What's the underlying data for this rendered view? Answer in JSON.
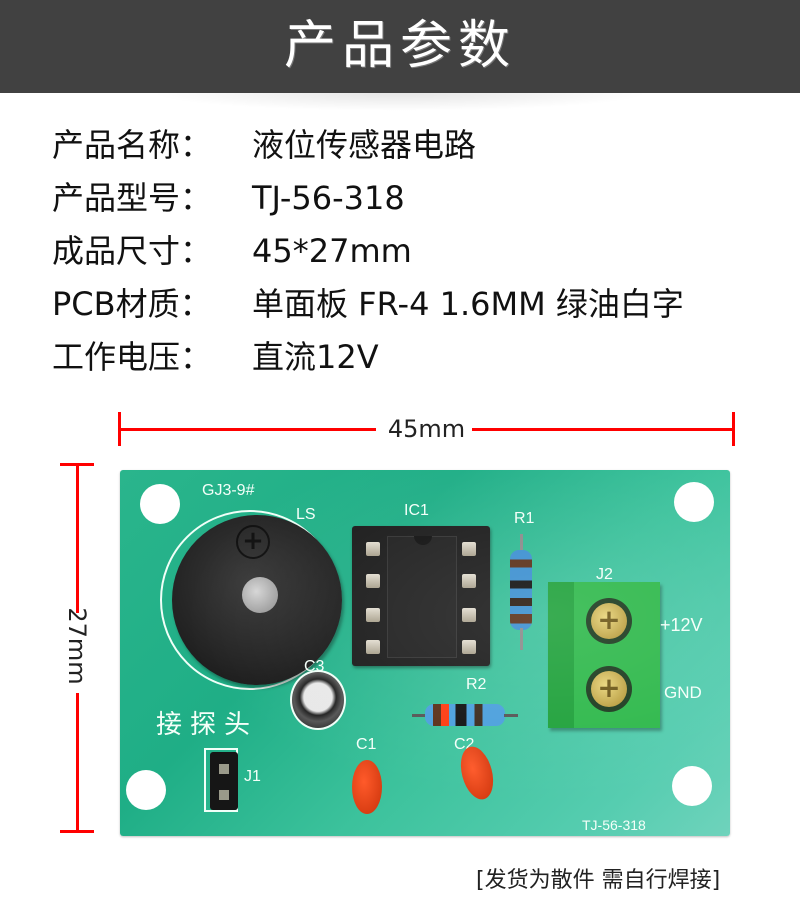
{
  "header": {
    "title": "产品参数"
  },
  "specs": [
    {
      "label": "产品名称：",
      "value": "液位传感器电路"
    },
    {
      "label": "产品型号：",
      "value": "TJ-56-318"
    },
    {
      "label": "成品尺寸：",
      "value": "45*27mm"
    },
    {
      "label": "PCB材质：",
      "value": "单面板 FR-4 1.6MM 绿油白字"
    },
    {
      "label": "工作电压：",
      "value": "直流12V"
    }
  ],
  "dimensions": {
    "width_label": "45mm",
    "height_label": "27mm",
    "line_color": "#ff0000"
  },
  "pcb": {
    "color": "#2ab58c",
    "silkscreen": {
      "buzzer_model": "GJ3-9#",
      "buzzer_ref": "LS",
      "ic_ref": "IC1",
      "r1_ref": "R1",
      "r2_ref": "R2",
      "j2_ref": "J2",
      "plus12v": "+12V",
      "gnd": "GND",
      "c3_ref": "C3",
      "c1_ref": "C1",
      "c2_ref": "C2",
      "probe_label": "接探头",
      "j1_ref": "J1",
      "board_model": "TJ-56-318"
    },
    "buzzer_plus_symbol": "⊕",
    "screw_symbol": "+"
  },
  "footer": {
    "note": "[发货为散件 需自行焊接]"
  }
}
